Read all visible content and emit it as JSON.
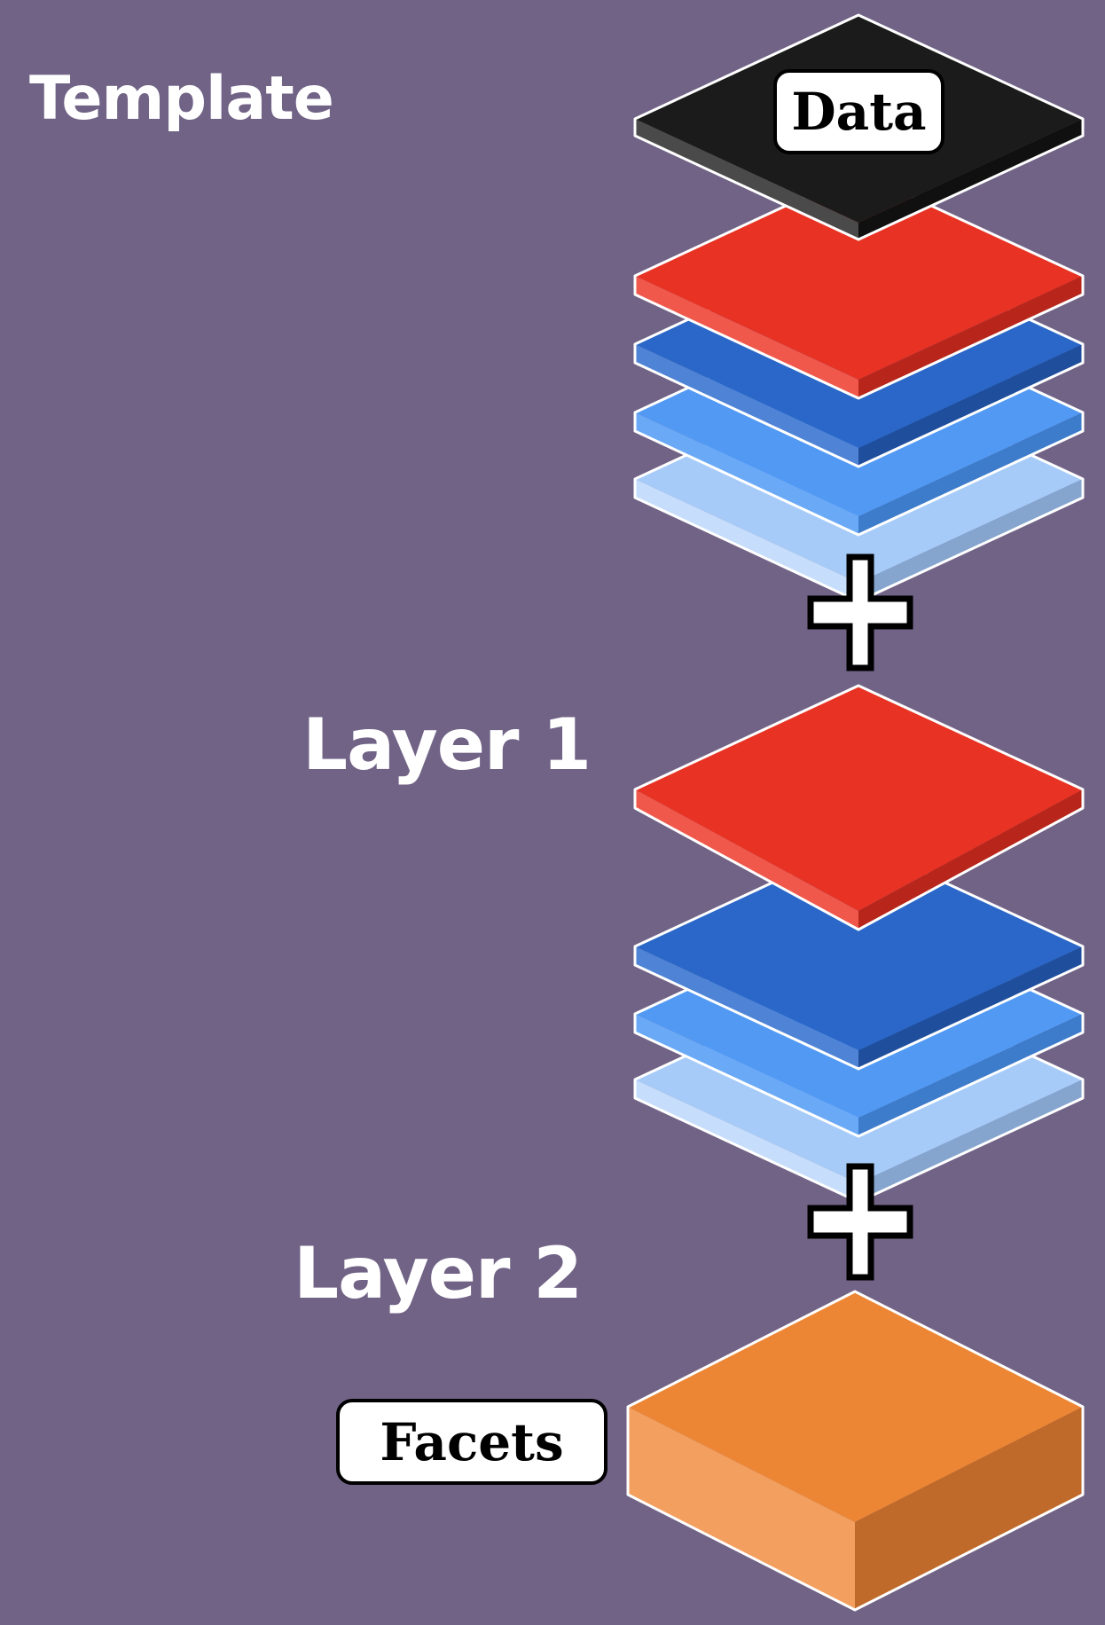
{
  "labels": {
    "template": "Template",
    "layer1": "Layer 1",
    "layer2": "Layer 2",
    "data_tag": "Data",
    "facets_tag": "Facets"
  },
  "colors": {
    "background": "#716386",
    "black_layer": "#1b1b1b",
    "red_layer": "#e83223",
    "blue_layer": "#2a67c8",
    "mid_blue_layer": "#5299f4",
    "light_blue_layer": "#a6cbf9",
    "orange_block": "#ed8634",
    "outline": "#ffffff"
  },
  "icons": [
    "plus-icon",
    "plus-icon"
  ]
}
